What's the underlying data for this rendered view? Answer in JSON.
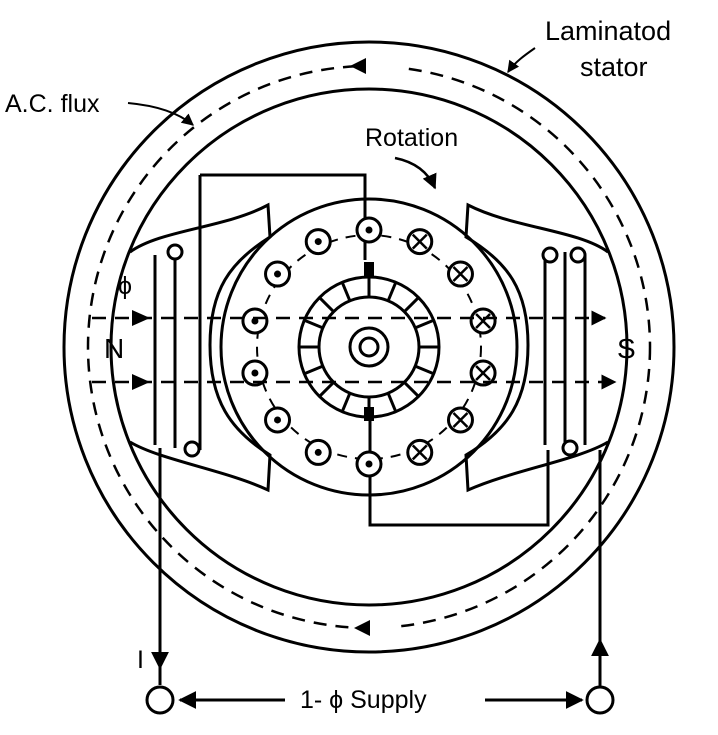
{
  "labels": {
    "stator": [
      "Laminatod",
      "stator"
    ],
    "ac_flux": "A.C. flux",
    "rotation": "Rotation",
    "pole_north": "N",
    "pole_south": "S",
    "current": "I",
    "flux_symbol": "ϕ",
    "supply": "1- ϕ Supply"
  },
  "rotor_conductors": [
    {
      "direction": "out"
    },
    {
      "direction": "out"
    },
    {
      "direction": "out"
    },
    {
      "direction": "out"
    },
    {
      "direction": "out"
    },
    {
      "direction": "out"
    },
    {
      "direction": "out"
    },
    {
      "direction": "out"
    },
    {
      "direction": "in"
    },
    {
      "direction": "in"
    },
    {
      "direction": "in"
    },
    {
      "direction": "in"
    },
    {
      "direction": "in"
    },
    {
      "direction": "in"
    }
  ],
  "commutator_segments": 16,
  "line_color": "#000000",
  "background_color": "#ffffff"
}
